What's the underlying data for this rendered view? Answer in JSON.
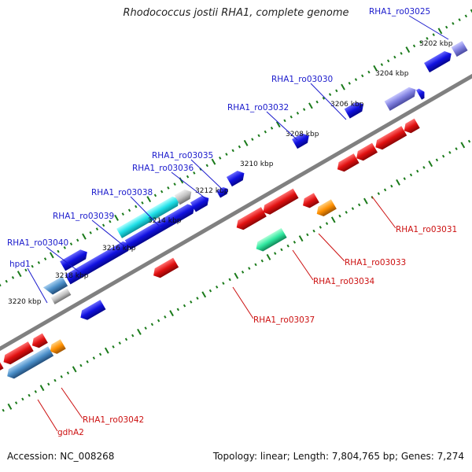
{
  "title": "Rhodococcus jostii RHA1, complete genome",
  "footer": {
    "accession": "Accession: NC_008268",
    "summary": "Topology: linear; Length: 7,804,765 bp; Genes: 7,274"
  },
  "ticks": [
    "3202 kbp",
    "3204 kbp",
    "3206 kbp",
    "3208 kbp",
    "3210 kbp",
    "3212 kbp",
    "3214 kbp",
    "3216 kbp",
    "3218 kbp",
    "3220 kbp"
  ],
  "top_labels": [
    "RHA1_ro03025",
    "RHA1_ro03030",
    "RHA1_ro03032",
    "RHA1_ro03035",
    "RHA1_ro03036",
    "RHA1_ro03038",
    "RHA1_ro03039",
    "RHA1_ro03040",
    "hpd1"
  ],
  "bottom_labels": [
    "RHA1_ro03031",
    "RHA1_ro03033",
    "RHA1_ro03034",
    "RHA1_ro03037",
    "RHA1_ro03042",
    "gdhA2"
  ],
  "colors": {
    "top_label": "#1a1acc",
    "bottom_label": "#cc1010",
    "backbone": "#808080",
    "tick": "#1a7a1a",
    "gene_blue": "#1010e0",
    "gene_red": "#e01010",
    "gene_cyan": "#20e0e8",
    "gene_orange": "#ff9000",
    "gene_teal": "#30e8a0",
    "gene_steel": "#4a8ec8",
    "gene_lavender": "#8080e0"
  }
}
